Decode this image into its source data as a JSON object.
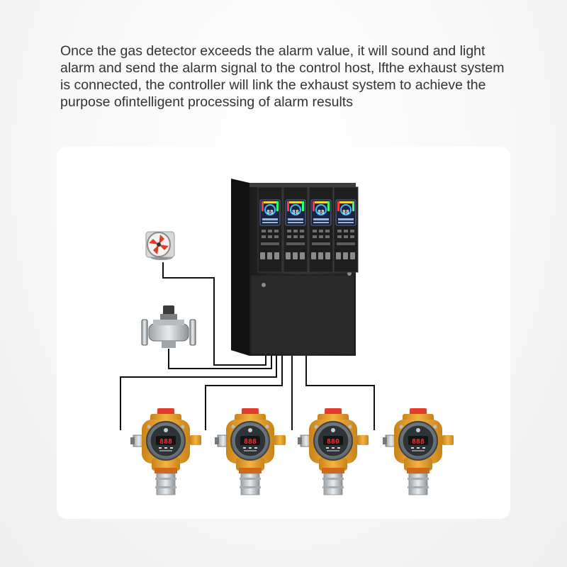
{
  "caption": "Once the gas detector exceeds the alarm value, it will sound and light alarm and send the alarm signal to the control host, lfthe exhaust system is connected, the controller will link the exhaust system to achieve the purpose ofintelligent processing of alarm results",
  "colors": {
    "wire": "#111111",
    "cabinet": "#2b2b2b",
    "detector_body": "#e7a32c",
    "detector_cap": "#e53b2a",
    "display_digits": "#ff2a2a"
  },
  "controller": {
    "module_readout": "88",
    "modules": [
      "module-1",
      "module-2",
      "module-3",
      "module-4"
    ]
  },
  "detectors": [
    {
      "id": "detector-1",
      "reading": "888"
    },
    {
      "id": "detector-2",
      "reading": "888"
    },
    {
      "id": "detector-3",
      "reading": "880"
    },
    {
      "id": "detector-4",
      "reading": "888"
    }
  ],
  "icons": [
    "exhaust-fan-icon",
    "solenoid-valve-icon",
    "gas-detector-icon",
    "control-cabinet-icon"
  ]
}
